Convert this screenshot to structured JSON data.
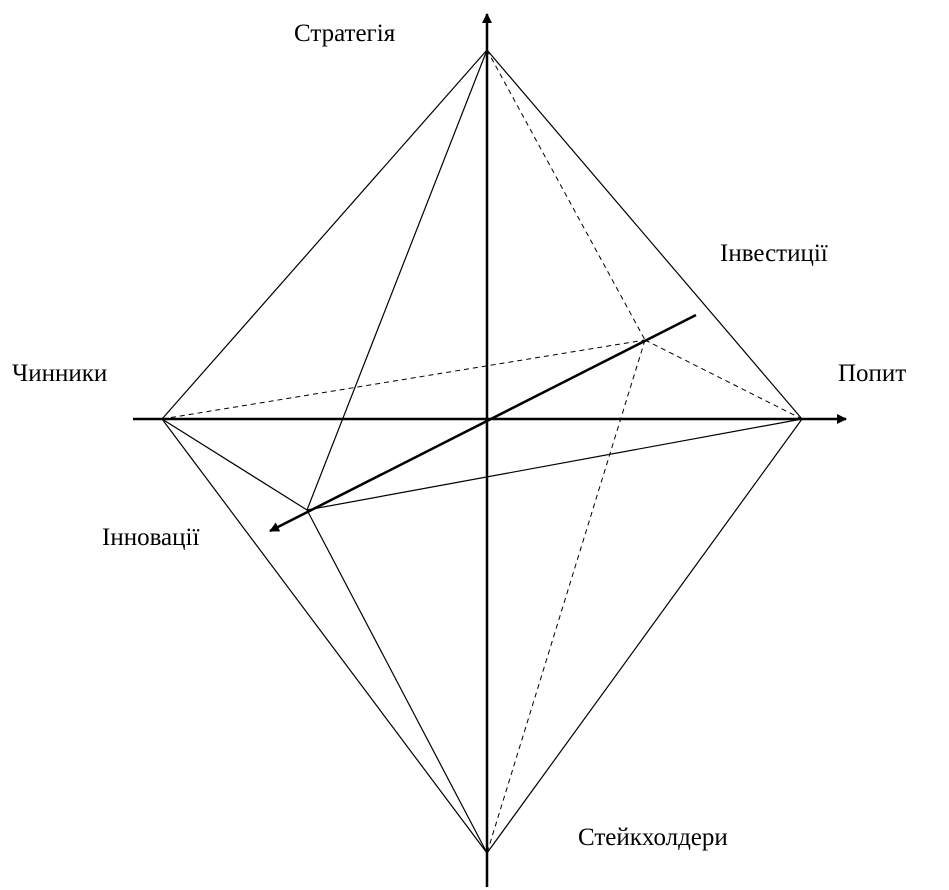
{
  "labels": {
    "strategy": "Стратегія",
    "investment": "Інвестиції",
    "factors": "Чинники",
    "demand": "Попит",
    "innovation": "Інновації",
    "stakeholders": "Стейкхолдери"
  },
  "colors": {
    "stroke": "#000000",
    "background": "#ffffff"
  }
}
